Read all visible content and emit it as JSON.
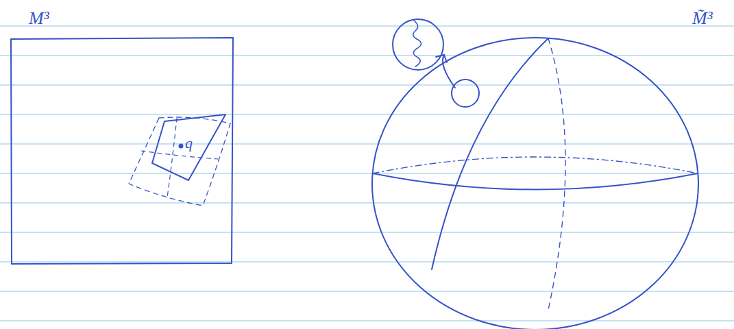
{
  "diagram": {
    "labels": [
      "M³",
      "q",
      "M̃³"
    ]
  }
}
